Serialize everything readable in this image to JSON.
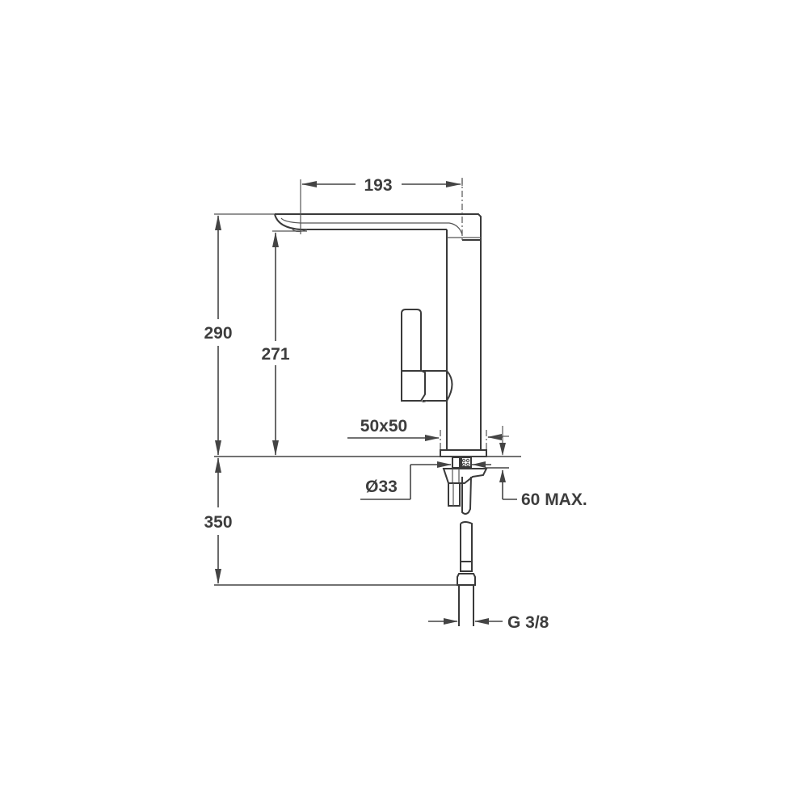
{
  "drawing": {
    "title": "Kitchen faucet dimension drawing",
    "line_color": "#444444",
    "text_color": "#3d3d3d",
    "background": "#ffffff",
    "units": "mm",
    "dimensions": {
      "spout_reach": "193",
      "total_height": "290",
      "spout_height": "271",
      "base_size": "50x50",
      "mounting_hole_diameter": "Ø33",
      "max_counter_thickness": "60 MAX.",
      "hose_length": "350",
      "connection_thread": "G 3/8"
    }
  }
}
